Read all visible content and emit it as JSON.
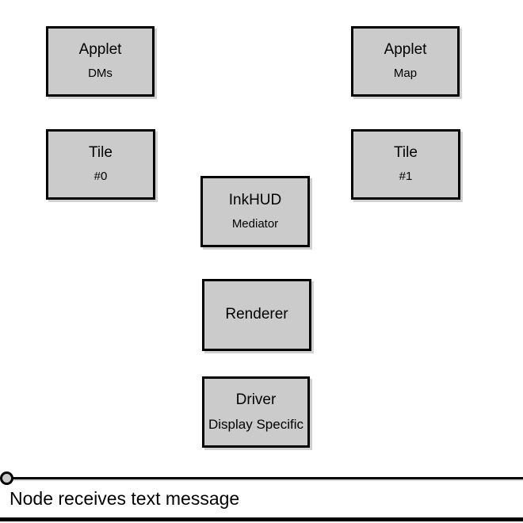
{
  "boxes": {
    "applet_dms": {
      "title": "Applet",
      "subtitle": "DMs"
    },
    "applet_map": {
      "title": "Applet",
      "subtitle": "Map"
    },
    "tile_0": {
      "title": "Tile",
      "subtitle": "#0"
    },
    "tile_1": {
      "title": "Tile",
      "subtitle": "#1"
    },
    "inkhud": {
      "title": "InkHUD",
      "subtitle": "Mediator"
    },
    "renderer": {
      "title": "Renderer"
    },
    "driver": {
      "title": "Driver",
      "subtitle": "Display Specific"
    }
  },
  "timeline": {
    "event_label": "Node receives text message",
    "marker_icon": "circle-marker"
  },
  "colors": {
    "box_fill": "#cbcbcb",
    "box_border": "#000000",
    "timeline_line": "#000000",
    "bottom_bar": "#000000",
    "background": "#ffffff"
  }
}
